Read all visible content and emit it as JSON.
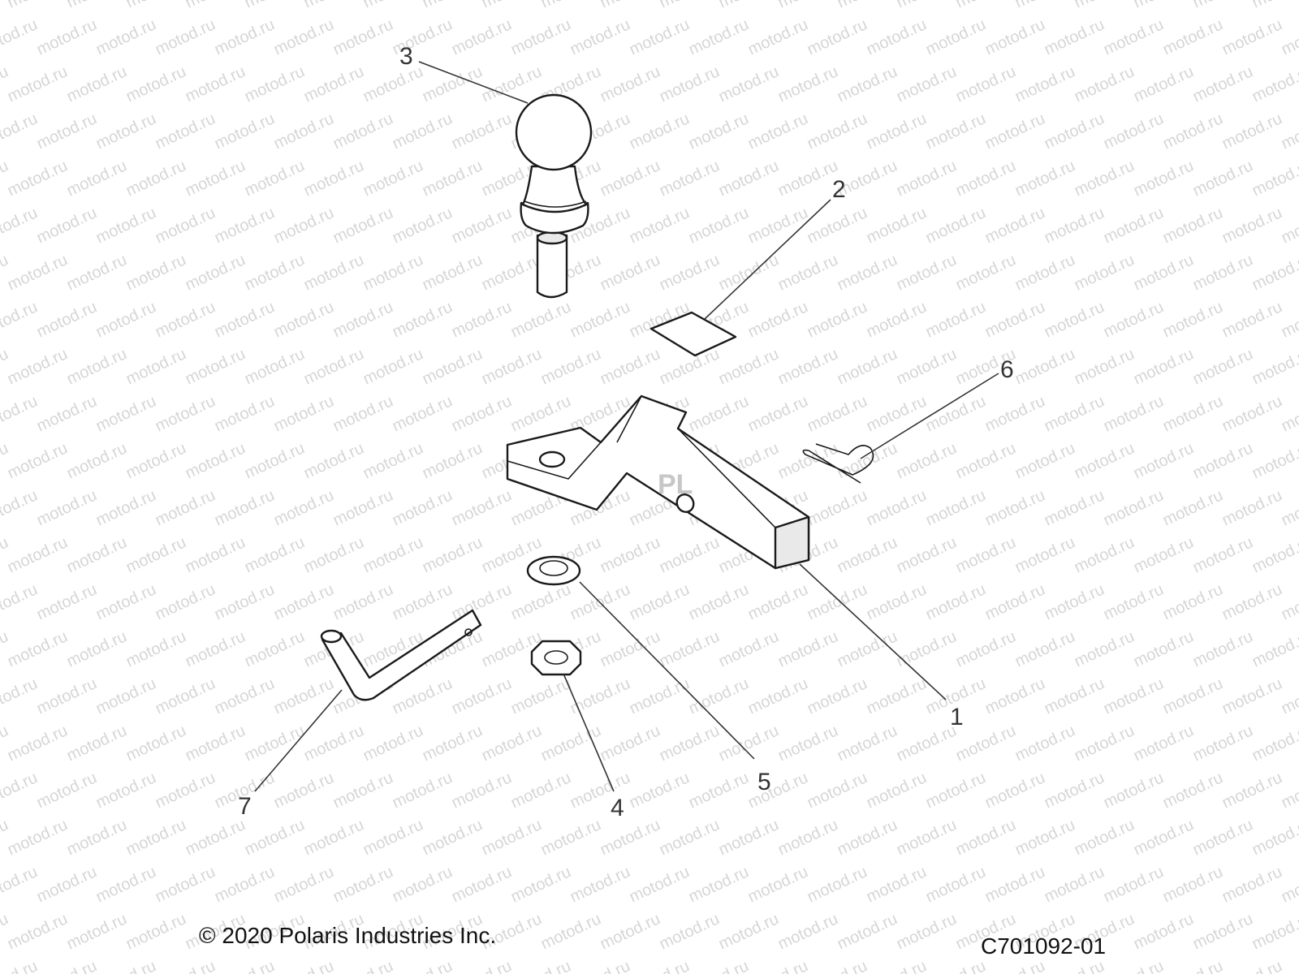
{
  "watermark": "motod.ru",
  "overlay_mark": "PL",
  "callouts": [
    {
      "id": "1",
      "label": "1"
    },
    {
      "id": "2",
      "label": "2"
    },
    {
      "id": "3",
      "label": "3"
    },
    {
      "id": "4",
      "label": "4"
    },
    {
      "id": "5",
      "label": "5"
    },
    {
      "id": "6",
      "label": "6"
    },
    {
      "id": "7",
      "label": "7"
    }
  ],
  "footer": {
    "copyright": "© 2020 Polaris Industries Inc.",
    "drawing_number": "C701092-01"
  }
}
